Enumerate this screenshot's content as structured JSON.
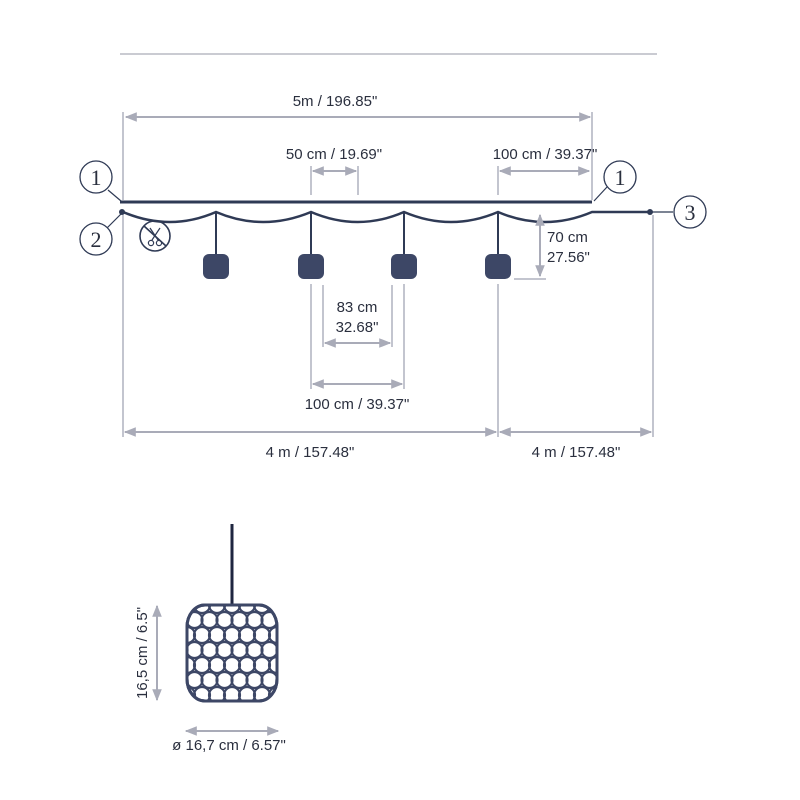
{
  "colors": {
    "cable": "#2f3a55",
    "shade": "#3d4766",
    "dimension_line": "#a9abb8",
    "text": "#2a2f3e"
  },
  "dimensions": {
    "total_length": "5m / 196.85\"",
    "top_spacing_left": "50 cm / 19.69\"",
    "top_spacing_right": "100 cm / 39.37\"",
    "drop_height_cm": "70 cm",
    "drop_height_in": "27.56\"",
    "gap_cm": "83 cm",
    "gap_in": "32.68\"",
    "pendant_spacing": "100 cm / 39.37\"",
    "lead_left": "4 m / 157.48\"",
    "lead_right": "4 m / 157.48\""
  },
  "callouts": {
    "c1_left": "1",
    "c1_right": "1",
    "c2": "2",
    "c3": "3"
  },
  "icons": {
    "no_cut": "no-cut-scissors-icon"
  },
  "lamp_detail": {
    "height": "16,5 cm / 6.5\"",
    "diameter": "ø 16,7 cm / 6.57\""
  }
}
